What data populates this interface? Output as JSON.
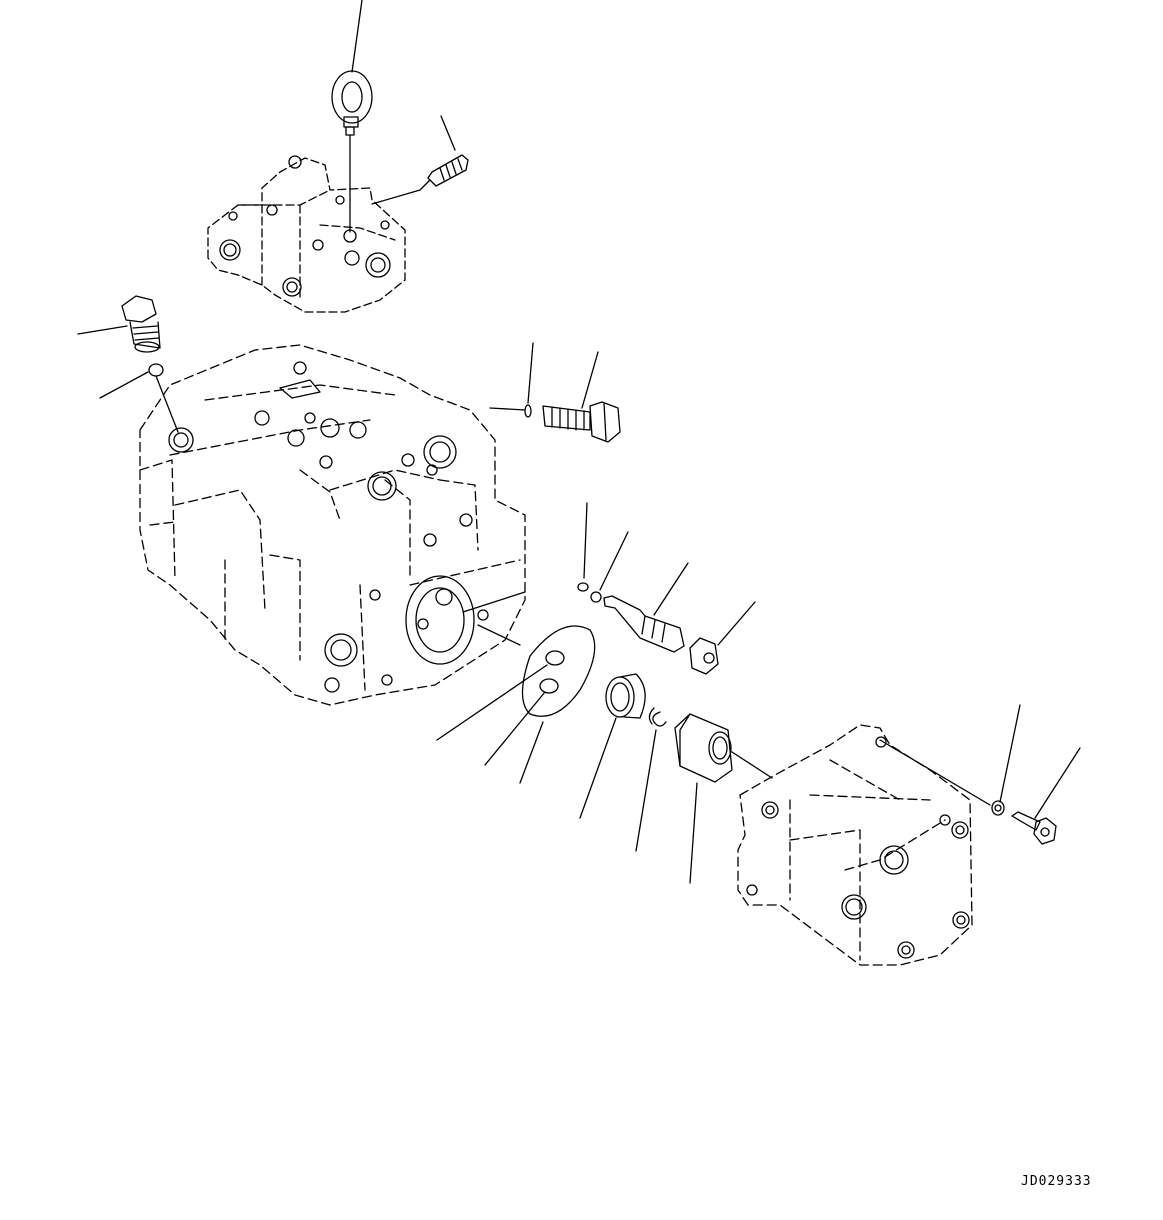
{
  "drawing": {
    "code": "JD029333",
    "line_color": "#000000",
    "background": "#ffffff",
    "parts": [
      {
        "name": "eyebolt"
      },
      {
        "name": "plug-screw"
      },
      {
        "name": "control-valve-block"
      },
      {
        "name": "flange-bolt"
      },
      {
        "name": "o-ring"
      },
      {
        "name": "main-pump-body"
      },
      {
        "name": "hex-bolt"
      },
      {
        "name": "small-o-ring"
      },
      {
        "name": "backup-ring"
      },
      {
        "name": "valve-spool"
      },
      {
        "name": "nut"
      },
      {
        "name": "gasket-plate"
      },
      {
        "name": "bushing"
      },
      {
        "name": "snap-ring"
      },
      {
        "name": "spline-coupling"
      },
      {
        "name": "gear-pump"
      },
      {
        "name": "washer"
      },
      {
        "name": "mounting-bolt"
      }
    ]
  }
}
